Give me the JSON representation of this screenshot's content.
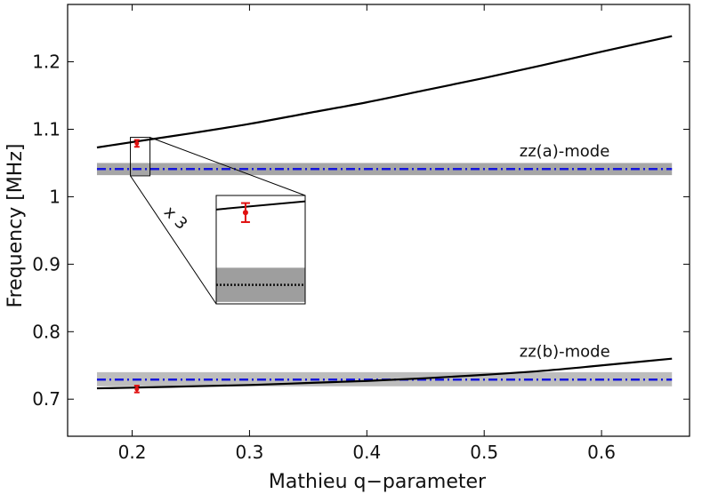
{
  "chart_data": {
    "type": "line",
    "xlabel": "Mathieu q−parameter",
    "ylabel": "Frequency [MHz]",
    "xlim": [
      0.145,
      0.675
    ],
    "ylim": [
      0.645,
      1.285
    ],
    "x_ticks": [
      0.2,
      0.3,
      0.4,
      0.5,
      0.6
    ],
    "x_tick_labels": [
      "0.2",
      "0.3",
      "0.4",
      "0.5",
      "0.6"
    ],
    "y_ticks": [
      0.7,
      0.8,
      0.9,
      1.0,
      1.1,
      1.2
    ],
    "y_tick_labels": [
      "0.7",
      "0.8",
      "0.9",
      "1",
      "1.1",
      "1.2"
    ],
    "grid": false,
    "series": [
      {
        "role": "theory-a",
        "color": "#000000",
        "x": [
          0.17,
          0.2,
          0.25,
          0.3,
          0.35,
          0.4,
          0.45,
          0.5,
          0.55,
          0.6,
          0.66
        ],
        "values": [
          1.073,
          1.081,
          1.094,
          1.108,
          1.124,
          1.14,
          1.158,
          1.176,
          1.195,
          1.215,
          1.238
        ]
      },
      {
        "role": "theory-b",
        "color": "#000000",
        "x": [
          0.17,
          0.2,
          0.25,
          0.3,
          0.35,
          0.4,
          0.45,
          0.5,
          0.55,
          0.6,
          0.66
        ],
        "values": [
          0.716,
          0.717,
          0.719,
          0.721,
          0.724,
          0.727,
          0.731,
          0.736,
          0.742,
          0.75,
          0.76
        ]
      }
    ],
    "bands": [
      {
        "role": "band-a",
        "center": 1.041,
        "low": 1.032,
        "high": 1.05,
        "band_color": "#a6a6a6",
        "line_color": "#1515dd"
      },
      {
        "role": "band-b",
        "center": 0.729,
        "low": 0.719,
        "high": 0.74,
        "band_color": "#bdbdbd",
        "line_color": "#1515dd"
      }
    ],
    "measurements": [
      {
        "x": 0.204,
        "y": 1.079,
        "err": 0.005,
        "color": "#e01010"
      },
      {
        "x": 0.204,
        "y": 0.715,
        "err": 0.005,
        "color": "#e01010"
      }
    ],
    "annotations": [
      {
        "text": "zz(a)-mode",
        "x": 0.53,
        "y": 1.06
      },
      {
        "text": "zz(b)-mode",
        "x": 0.53,
        "y": 0.763
      }
    ],
    "inset": {
      "label": "x 3",
      "xlim": [
        0.1985,
        0.2152
      ],
      "ylim": [
        1.031,
        1.088
      ]
    }
  }
}
